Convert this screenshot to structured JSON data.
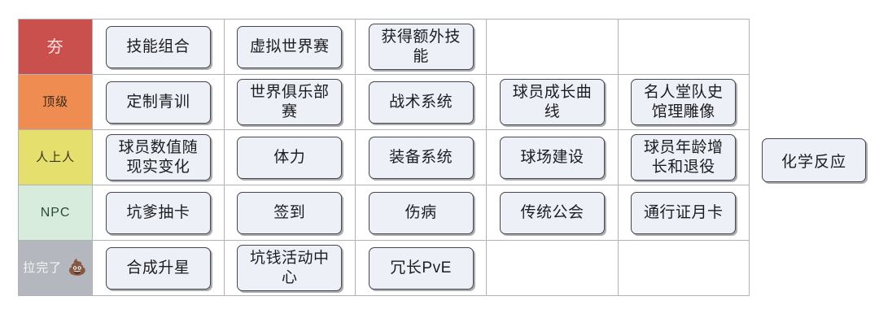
{
  "board": {
    "title": "tier-list-board",
    "rows": [
      {
        "id": "row-hang",
        "label": "夯",
        "emoji": "",
        "bg": "#ca504e",
        "fg": "#ffe6e4",
        "font_size": "20px",
        "items": [
          "技能组合",
          "虚拟世界赛",
          "获得额外技能",
          "",
          ""
        ]
      },
      {
        "id": "row-dingji",
        "label": "顶级",
        "emoji": "",
        "bg": "#ef8c51",
        "fg": "#3a2a18",
        "font_size": "15px",
        "items": [
          "定制青训",
          "世界俱乐部赛",
          "战术系统",
          "球员成长曲线",
          "名人堂队史馆理雕像"
        ]
      },
      {
        "id": "row-renshangren",
        "label": "人上人",
        "emoji": "",
        "bg": "#e5df6e",
        "fg": "#3a3518",
        "font_size": "15px",
        "items": [
          "球员数值随现实变化",
          "体力",
          "装备系统",
          "球场建设",
          "球员年龄增长和退役"
        ]
      },
      {
        "id": "row-npc",
        "label": "NPC",
        "emoji": "",
        "bg": "#d7ecdc",
        "fg": "#2b4a38",
        "font_size": "16px",
        "items": [
          "坑爹抽卡",
          "签到",
          "伤病",
          "传统公会",
          "通行证月卡"
        ]
      },
      {
        "id": "row-lawanle",
        "label": "拉完了",
        "emoji": "💩",
        "bg": "#b4b7bd",
        "fg": "#f4f5f7",
        "font_size": "15px",
        "items": [
          "合成升星",
          "坑钱活动中心",
          "冗长PvE",
          "",
          ""
        ]
      }
    ]
  },
  "standalone": {
    "label": "化学反应"
  }
}
